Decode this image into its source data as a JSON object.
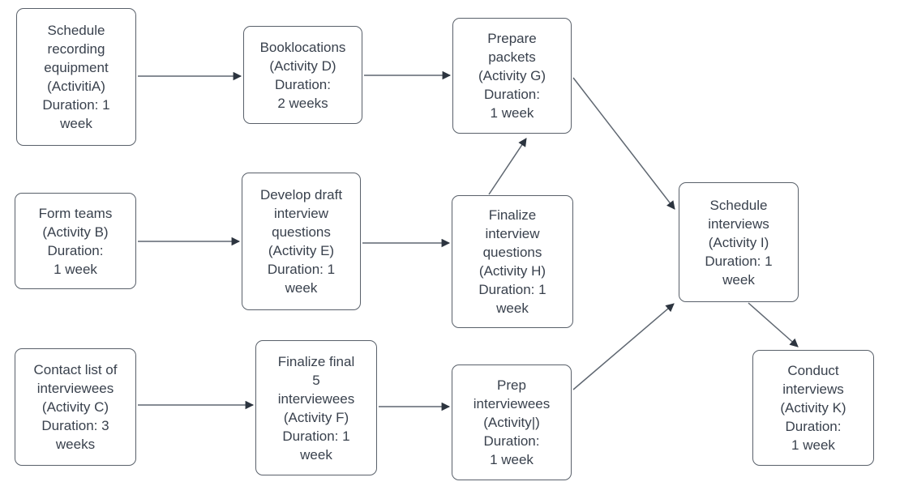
{
  "diagram": {
    "type": "project-activity-network-flowchart",
    "background": "#ffffff",
    "colors": {
      "node_border": "#59606a",
      "node_fill": "#ffffff",
      "text": "#39414d",
      "edge_line": "#5f6771",
      "arrowhead": "#2c343f"
    },
    "nodes": {
      "a": {
        "label": "Schedule\nrecording\nequipment\n(ActivitiA)\nDuration: 1\nweek"
      },
      "d": {
        "label": "Booklocations\n(Activity D)\nDuration:\n2 weeks"
      },
      "g": {
        "label": "Prepare\npackets\n(Activity G)\nDuration:\n1 week"
      },
      "b": {
        "label": "Form teams\n(Activity B)\nDuration:\n1 week"
      },
      "e": {
        "label": "Develop draft\ninterview\nquestions\n(Activity E)\nDuration: 1\nweek"
      },
      "h": {
        "label": "Finalize\ninterview\nquestions\n(Activity H)\nDuration: 1\nweek"
      },
      "i": {
        "label": "Schedule\ninterviews\n(Activity I)\nDuration: 1\nweek"
      },
      "c": {
        "label": "Contact list of\ninterviewees\n(Activity C)\nDuration: 3\nweeks"
      },
      "f": {
        "label": "Finalize final\n5\ninterviewees\n(Activity F)\nDuration: 1\nweek"
      },
      "j": {
        "label": "Prep\ninterviewees\n(Activity|)\nDuration:\n1 week"
      },
      "k": {
        "label": "Conduct\ninterviews\n(Activity K)\nDuration:\n1 week"
      }
    },
    "edges": [
      {
        "from": "a",
        "to": "d"
      },
      {
        "from": "d",
        "to": "g"
      },
      {
        "from": "b",
        "to": "e"
      },
      {
        "from": "e",
        "to": "h"
      },
      {
        "from": "c",
        "to": "f"
      },
      {
        "from": "f",
        "to": "j"
      },
      {
        "from": "h",
        "to": "g"
      },
      {
        "from": "g",
        "to": "i"
      },
      {
        "from": "j",
        "to": "i"
      },
      {
        "from": "i",
        "to": "k"
      }
    ]
  }
}
